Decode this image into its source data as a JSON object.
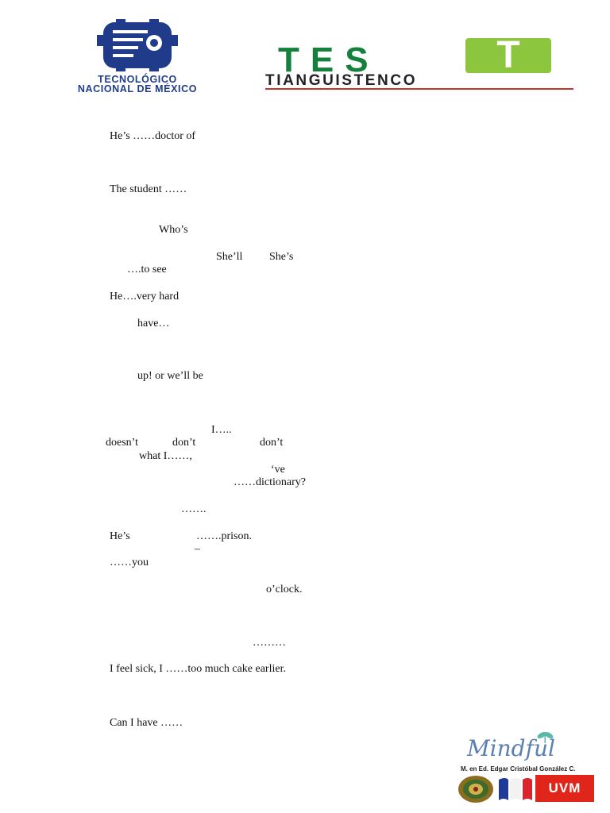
{
  "header": {
    "tecnm": {
      "line1": "TECNOLÓGICO",
      "line2": "NACIONAL DE MÉXICO"
    },
    "test": {
      "tes": "TES",
      "t": "T",
      "tianguistenco": "TIANGUISTENCO"
    }
  },
  "document": {
    "fragments": [
      "He’s ……doctor of",
      "The student ……",
      "Who’s",
      "She’ll",
      "She’s",
      "….to see",
      "He….very hard",
      "have…",
      "up! or we’ll be",
      "I…..",
      "doesn’t",
      "don’t",
      "don’t",
      "what I……,",
      "‘ve",
      "……dictionary?",
      "…….",
      "He’s",
      "…….prison.",
      "–",
      "……you",
      "o’clock.",
      "………",
      "I feel sick, I ……too much cake earlier.",
      "Can I have ……"
    ]
  },
  "footer": {
    "brand": "Mindful",
    "author": "M. en Ed. Edgar Cristóbal González C.",
    "uvm": "UVM"
  },
  "colors": {
    "tecnm_blue": "#1f3b8a",
    "tes_green": "#15803d",
    "tes_light_green": "#8cc63f",
    "uvm_red": "#e1251b"
  }
}
